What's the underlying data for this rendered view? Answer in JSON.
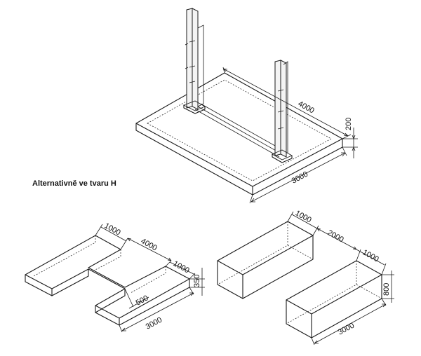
{
  "caption": "Alternativně ve tvaru H",
  "dimensions": {
    "top_length": "4000",
    "top_width": "3000",
    "top_height": "200",
    "h_arm_top": "1000",
    "h_length": "4000",
    "h_arm_right": "1000",
    "h_height": "350",
    "h_gap": "500",
    "h_width": "3000",
    "strip_left": "1000",
    "strip_gap": "2000",
    "strip_right": "1000",
    "strip_height": "800",
    "strip_length": "3000"
  }
}
